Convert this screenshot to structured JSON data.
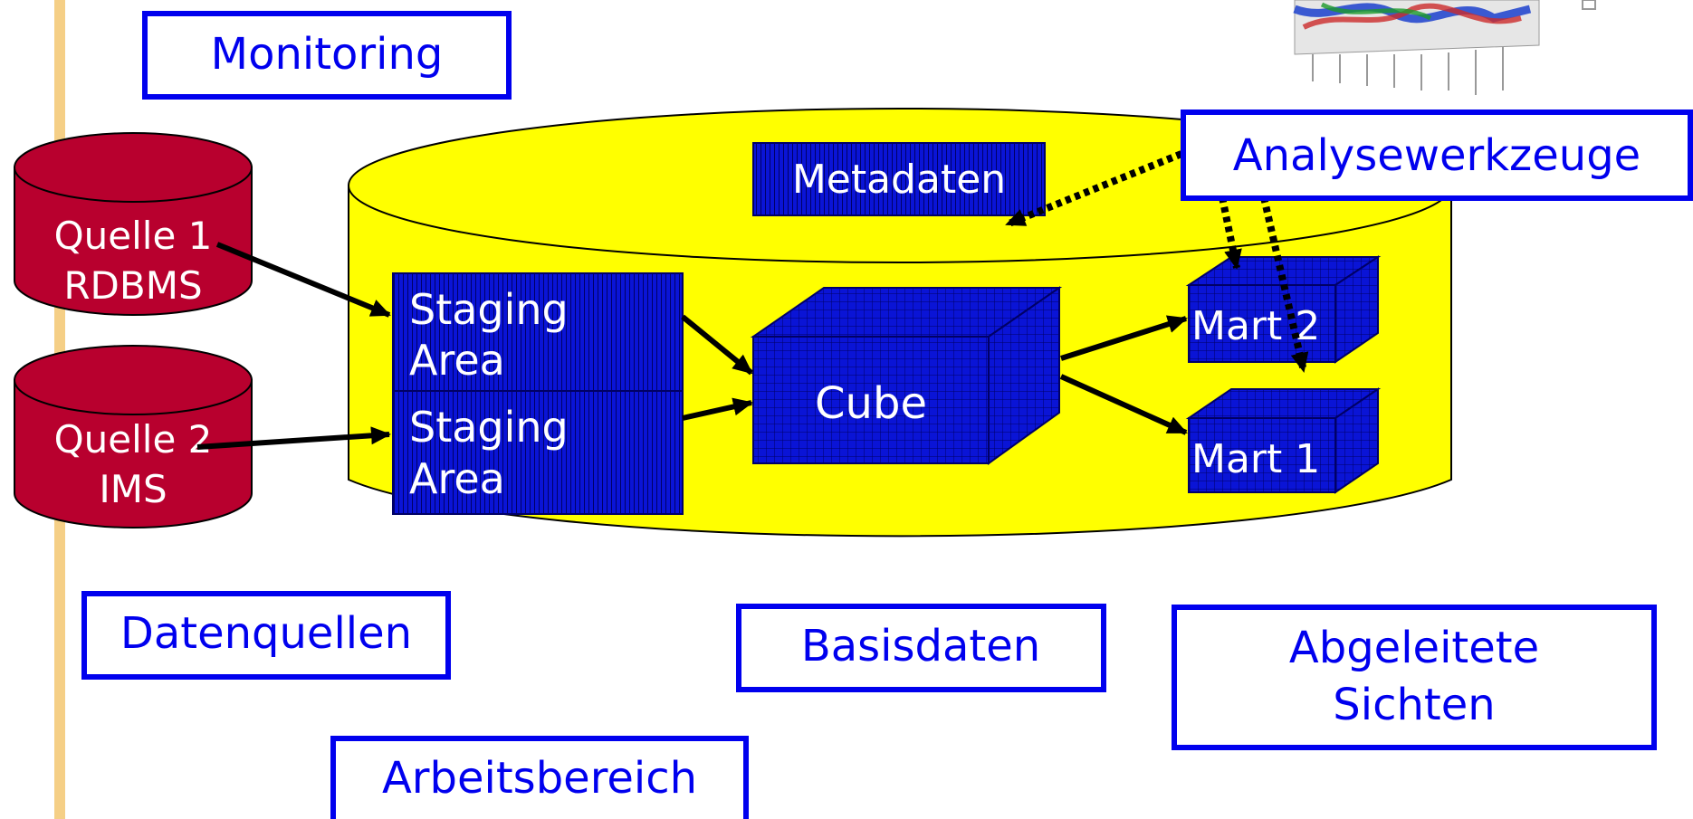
{
  "labels": {
    "monitoring": "Monitoring",
    "metadaten": "Metadaten",
    "analysewerkzeuge": "Analysewerkzeuge",
    "datenquellen": "Datenquellen",
    "basisdaten": "Basisdaten",
    "abgeleitete_line1": "Abgeleitete",
    "abgeleitete_line2": "Sichten",
    "arbeitsbereich": "Arbeitsbereich",
    "cube": "Cube",
    "mart1": "Mart 1",
    "mart2": "Mart 2"
  },
  "sources": [
    {
      "line1": "Quelle 1",
      "line2": "RDBMS"
    },
    {
      "line1": "Quelle 2",
      "line2": "IMS"
    }
  ],
  "staging": [
    {
      "line1": "Staging",
      "line2": "Area"
    },
    {
      "line1": "Staging",
      "line2": "Area"
    }
  ],
  "colors": {
    "label_blue": "#0000ee",
    "box_fill": "#0a14d6",
    "grid_line": "#000066",
    "warehouse_yellow": "#ffff00",
    "source_red": "#b8002e",
    "side_bar": "#f5cf86"
  }
}
